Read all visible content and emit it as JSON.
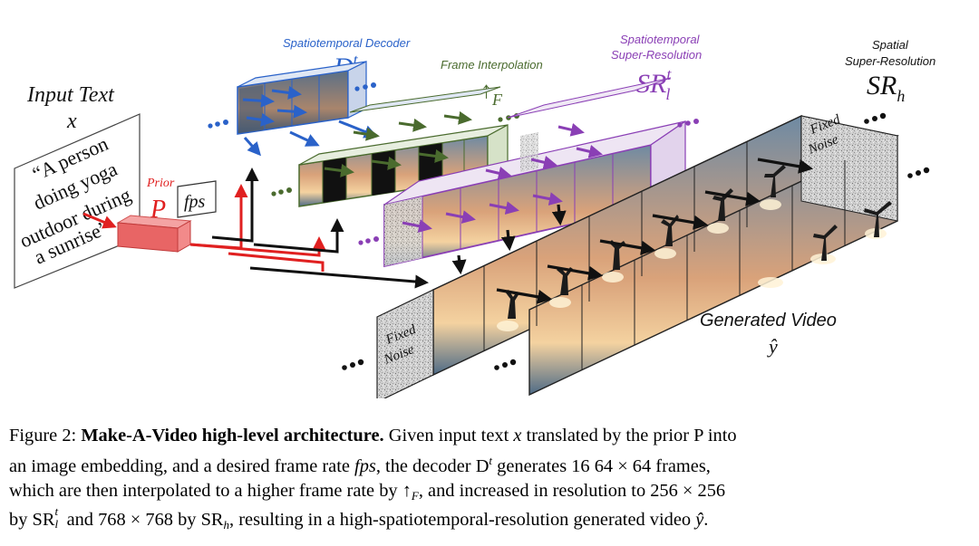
{
  "figure": {
    "input_text_label": "Input Text",
    "input_var": "x",
    "prompt_lines": [
      "“A person",
      "doing yoga",
      "outdoor during",
      "a sunrise”"
    ],
    "prior_label": "Prior",
    "prior_symbol": "P",
    "fps_label": "fps",
    "decoder_label": "Spatiotemporal Decoder",
    "decoder_symbol": "D",
    "decoder_sup": "t",
    "interp_label": "Frame Interpolation",
    "interp_symbol": "↑",
    "interp_sub": "F",
    "srl_label_1": "Spatiotemporal",
    "srl_label_2": "Super-Resolution",
    "srl_symbol": "SR",
    "srl_sup": "t",
    "srl_sub": "l",
    "srh_label_1": "Spatial",
    "srh_label_2": "Super-Resolution",
    "srh_symbol": "SR",
    "srh_sub": "h",
    "fixed_noise_1": "Fixed",
    "fixed_noise_2": "Noise",
    "generated_label": "Generated Video",
    "generated_var": "ŷ",
    "colors": {
      "decoder": "#2a62c9",
      "interp": "#4a6b2e",
      "srl": "#8a3fb5",
      "prior": "#e02020",
      "dark": "#111111"
    }
  },
  "caption": {
    "fig_num": "Figure 2:",
    "bold": "Make-A-Video high-level architecture.",
    "t1": "Given input text",
    "v_x": "x",
    "t2": "translated by the prior",
    "v_P": "P",
    "t3": "into",
    "t4": "an image embedding, and a desired frame rate",
    "v_fps": "fps",
    "t5": ", the decoder",
    "v_D": "D",
    "v_D_sup": "t",
    "t6": "generates 16 64 × 64 frames,",
    "t7": "which are then interpolated to a higher frame rate by",
    "v_upF": "↑",
    "v_upF_sub": "F",
    "t8": ", and increased in resolution to 256 × 256",
    "t9": "by",
    "v_SRl": "SR",
    "v_SRl_sup": "t",
    "v_SRl_sub": "l",
    "t10": "and 768 × 768 by",
    "v_SRh": "SR",
    "v_SRh_sub": "h",
    "t11": ", resulting in a high-spatiotemporal-resolution generated video",
    "v_yhat": "ŷ",
    "t12": "."
  }
}
